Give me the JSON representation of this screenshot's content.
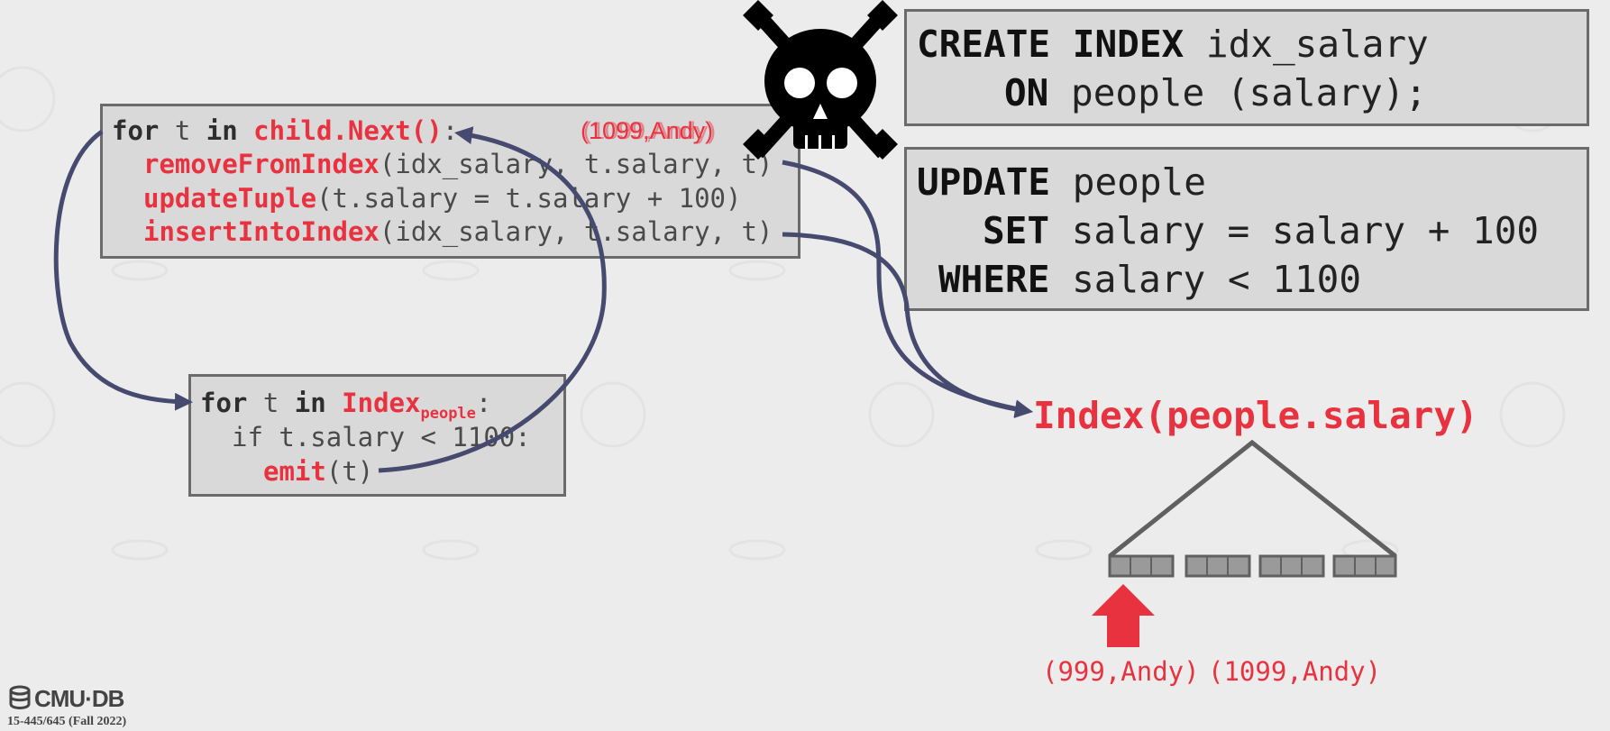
{
  "loop1": {
    "line1": {
      "kw_for": "for",
      "var": " t ",
      "kw_in": "in",
      "space": " ",
      "call": "child.Next()",
      "colon": ":"
    },
    "tuple_label": "(1099,Andy)",
    "line2": {
      "fn": "removeFromIndex",
      "args": "(idx_salary, t.salary, t)"
    },
    "line3": {
      "fn": "updateTuple",
      "args": "(t.salary = t.salary + 100)"
    },
    "line4": {
      "fn": "insertIntoIndex",
      "args": "(idx_salary, t.salary, t)"
    }
  },
  "loop2": {
    "line1": {
      "kw_for": "for",
      "var": " t ",
      "kw_in": "in",
      "space": " ",
      "call": "Index",
      "sub": "people",
      "colon": ":"
    },
    "line2": "if t.salary < 1100:",
    "line3": {
      "fn": "emit",
      "args": "(t)"
    }
  },
  "sql_create": {
    "line1": {
      "kw": "CREATE INDEX",
      "rest": " idx_salary"
    },
    "line2": {
      "kw": "ON",
      "rest": " people (salary);"
    }
  },
  "sql_update": {
    "line1": {
      "kw": "UPDATE",
      "rest": " people"
    },
    "line2": {
      "kw": "SET",
      "rest": " salary = salary + 100"
    },
    "line3": {
      "kw": "WHERE",
      "rest": " salary < 1100"
    }
  },
  "index": {
    "title": "Index(people.salary)",
    "entry_left": "(999,Andy)",
    "entry_right": "(1099,Andy)"
  },
  "footer": {
    "logo": "CMU·DB",
    "course": "15-445/645 (Fall 2022)"
  },
  "colors": {
    "red": "#e8323f",
    "arrow": "#464a6e",
    "box_fill": "#d9d9d9",
    "box_border": "#6b6b6b"
  },
  "icons": [
    "skull-crossbones-icon",
    "database-icon",
    "up-arrow-icon"
  ]
}
